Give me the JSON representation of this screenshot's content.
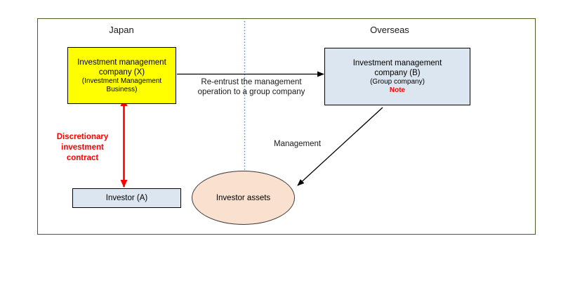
{
  "diagram": {
    "regions": [
      {
        "name": "japan",
        "label": "Japan"
      },
      {
        "name": "overseas",
        "label": "Overseas"
      }
    ],
    "nodes": {
      "company_x": {
        "line1": "Investment management",
        "line2": "company (X)",
        "line3": "(Investment Management",
        "line4": "Business)",
        "fill": "#FFFF00"
      },
      "company_b": {
        "line1": "Investment management",
        "line2": "company (B)",
        "line3": "(Group company)",
        "note": "Note",
        "fill": "#DCE6F1",
        "note_color": "#FF0000"
      },
      "investor_a": {
        "label": "Investor (A)",
        "fill": "#DCE6F1"
      },
      "investor_assets": {
        "label": "Investor assets",
        "fill": "#FAE0CE"
      }
    },
    "edges": {
      "reentrust": {
        "line1": "Re-entrust the management",
        "line2": "operation to a group company"
      },
      "management": {
        "label": "Management"
      },
      "discretionary": {
        "line1": "Discretionary",
        "line2": "investment",
        "line3": "contract",
        "color": "#FF0000"
      }
    },
    "frame": {
      "border_color": "#4A5A22"
    },
    "divider": {
      "color": "#5b8ac4",
      "style": "dotted"
    }
  }
}
